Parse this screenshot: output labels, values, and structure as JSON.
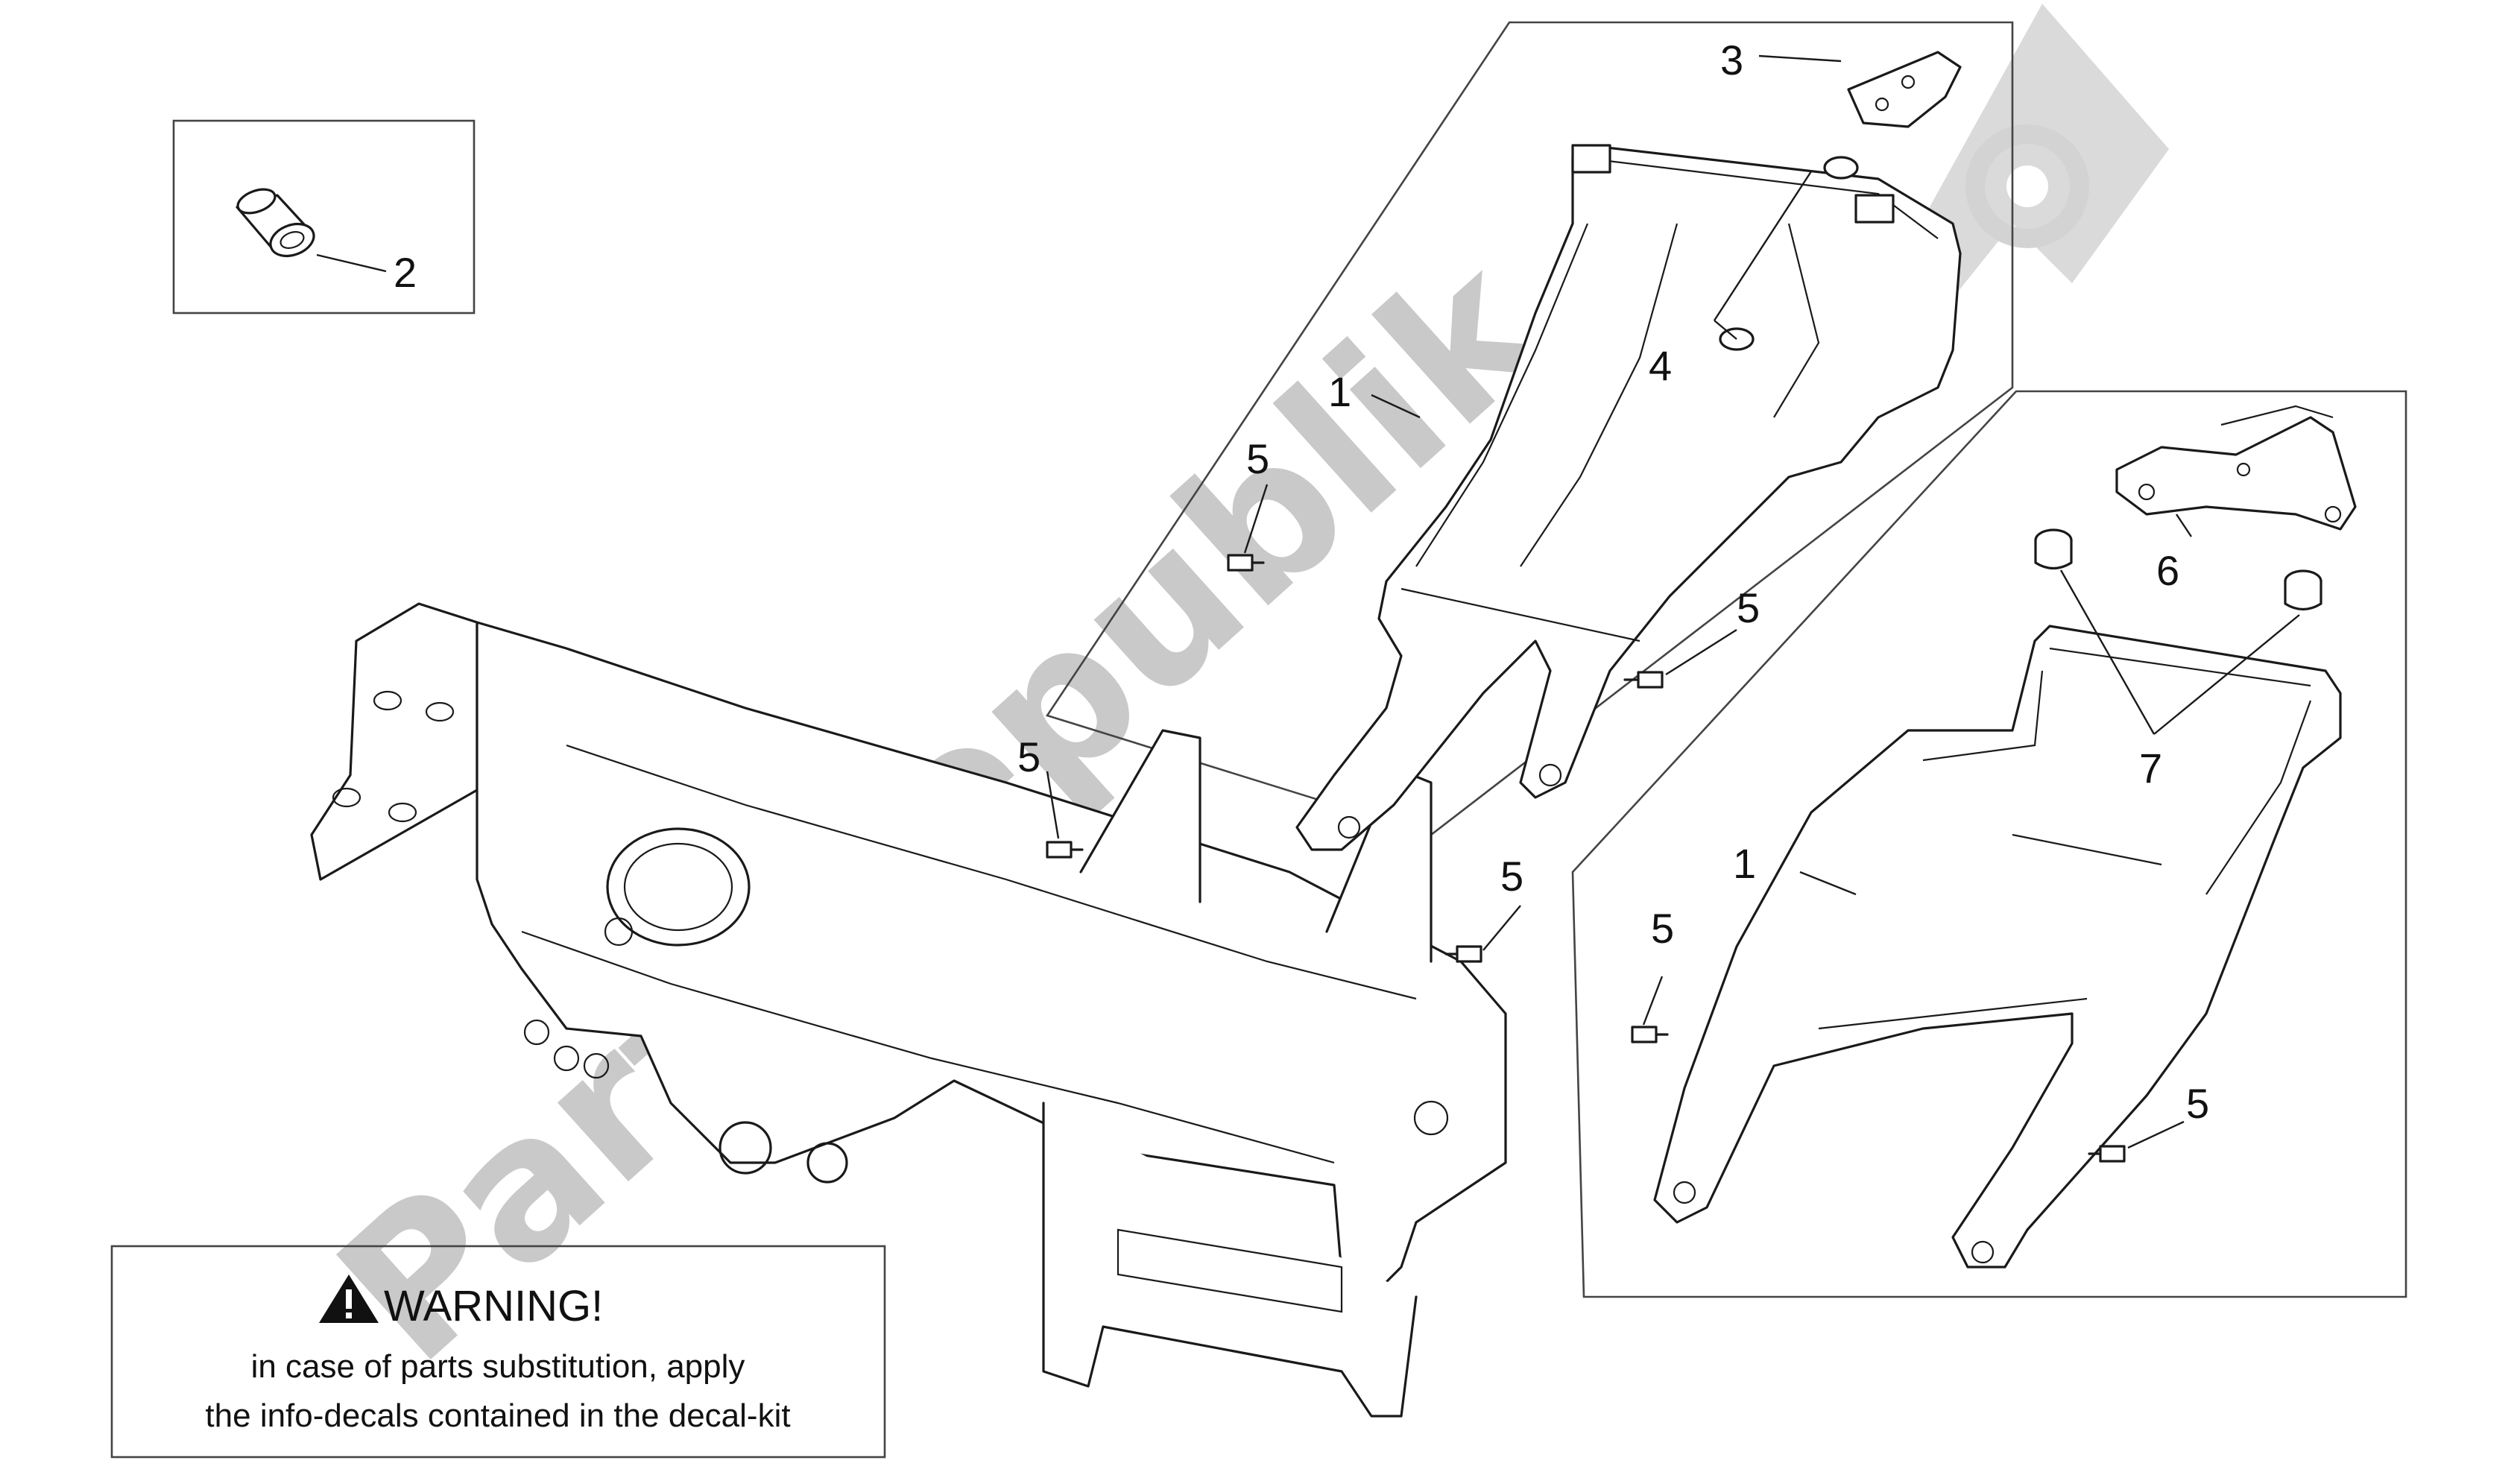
{
  "callouts": {
    "c1a": "1",
    "c1b": "1",
    "c2": "2",
    "c3": "3",
    "c4": "4",
    "c5a": "5",
    "c5b": "5",
    "c5c": "5",
    "c5d": "5",
    "c5e": "5",
    "c5f": "5",
    "c6": "6",
    "c7": "7"
  },
  "warning": {
    "title": "WARNING!",
    "line1": "in case of parts substitution, apply",
    "line2": "the info-decals contained in the decal-kit"
  },
  "watermark": {
    "text": "PartsRepublik"
  },
  "colors": {
    "line": "#1a1a1a",
    "watermark": "#c9c9c9",
    "background": "#ffffff"
  }
}
